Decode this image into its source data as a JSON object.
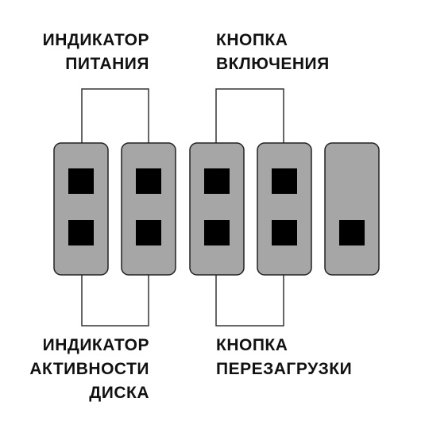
{
  "labels": {
    "power_led": [
      "ИНДИКАТОР",
      "ПИТАНИЯ"
    ],
    "power_button": [
      "КНОПКА",
      "ВКЛЮЧЕНИЯ"
    ],
    "hdd_led": [
      "ИНДИКАТОР",
      "АКТИВНОСТИ",
      "ДИСКА"
    ],
    "reset_button": [
      "КНОПКА",
      "ПЕРЕЗАГРУЗКИ"
    ]
  },
  "colors": {
    "pin_body": "#a6a6a6",
    "pin_contact": "#000000",
    "outline": "#222222",
    "wire": "#333333"
  }
}
